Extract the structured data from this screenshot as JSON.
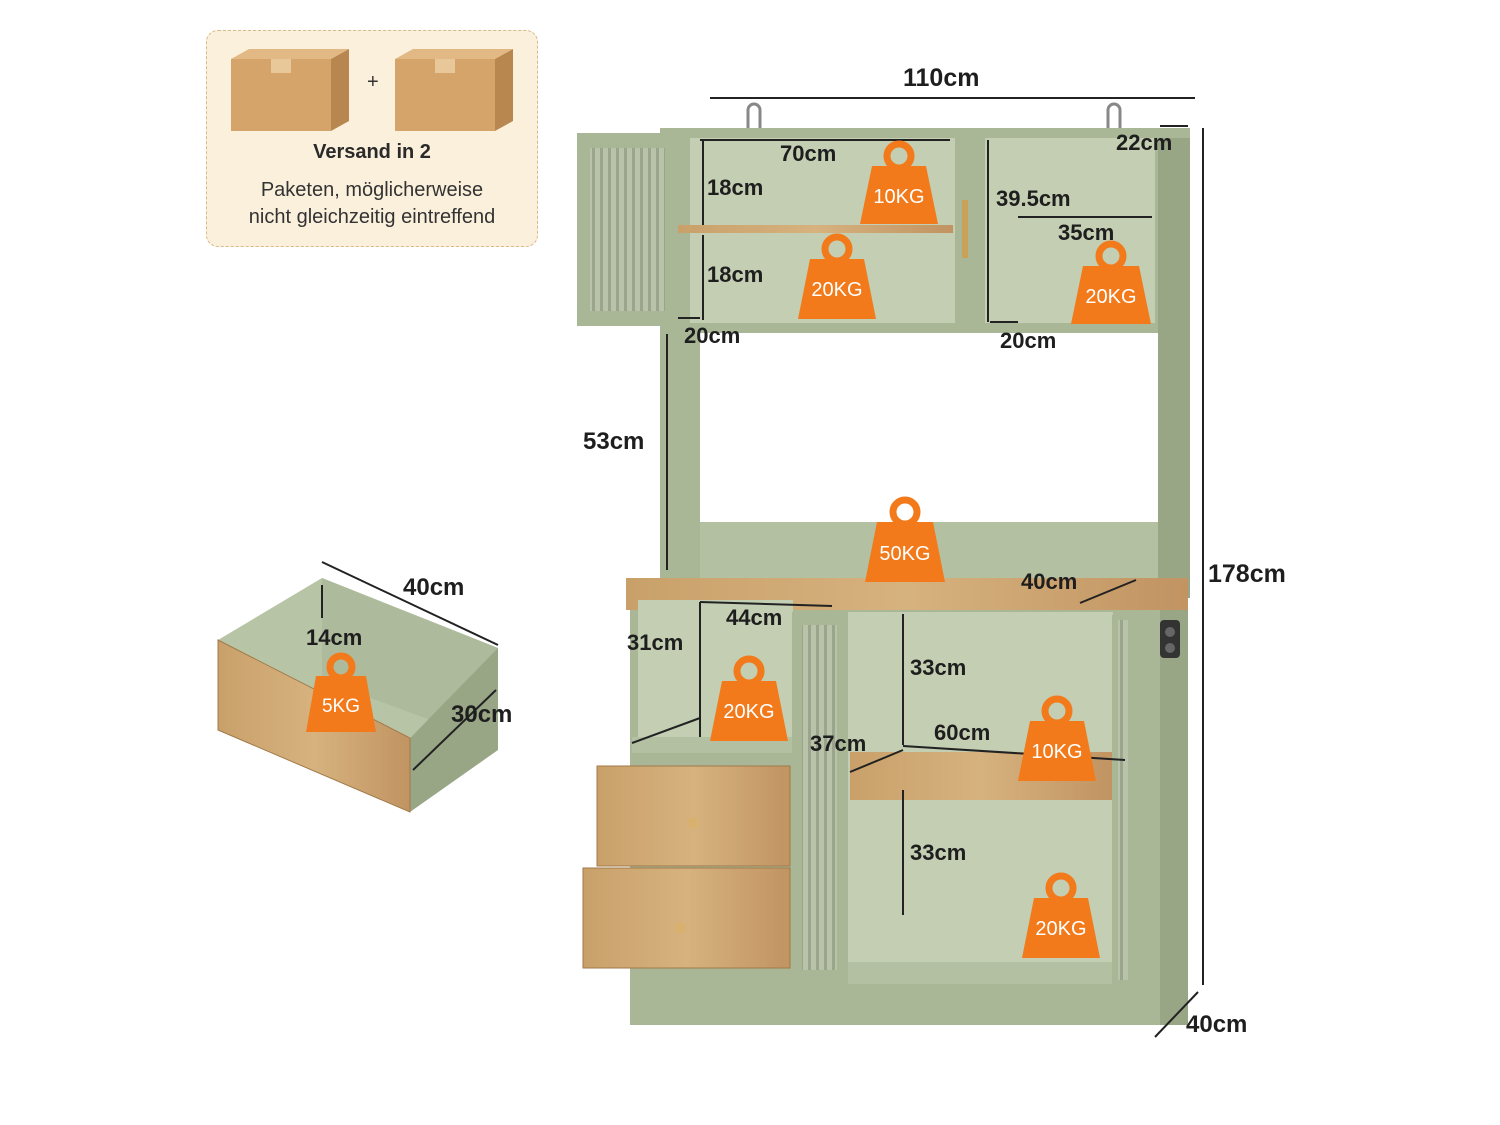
{
  "shipping": {
    "title": "Versand in 2",
    "note_line1": "Paketen, möglicherweise",
    "note_line2": "nicht gleichzeitig eintreffend",
    "plus": "+"
  },
  "dimensions": {
    "width_total": "110cm",
    "upper_depth": "22cm",
    "upper_left_width": "70cm",
    "upper_left_shelf_top": "18cm",
    "upper_left_shelf_bottom": "18cm",
    "upper_right_height": "39.5cm",
    "upper_right_width": "35cm",
    "upper_left_depth": "20cm",
    "upper_right_depth": "20cm",
    "open_height": "53cm",
    "height_total": "178cm",
    "counter_depth": "40cm",
    "depth_total": "40cm",
    "lower_left_width": "44cm",
    "lower_left_height": "31cm",
    "lower_right_top_height": "33cm",
    "lower_right_width": "60cm",
    "lower_right_depth": "37cm",
    "lower_right_bottom_height": "33cm",
    "drawer_width": "40cm",
    "drawer_height": "14cm",
    "drawer_depth": "30cm"
  },
  "weights": {
    "upper_left_top": "10KG",
    "upper_left_bottom": "20KG",
    "upper_right": "20KG",
    "counter": "50KG",
    "lower_left": "20KG",
    "lower_right_shelf": "10KG",
    "lower_right_bottom": "20KG",
    "drawer": "5KG"
  },
  "colors": {
    "cabinet_green": "#a9b797",
    "cabinet_inner": "#c3ceb2",
    "wood": "#c49a62",
    "weight_orange": "#f27a1a",
    "card_bg": "#fbf0dc"
  }
}
